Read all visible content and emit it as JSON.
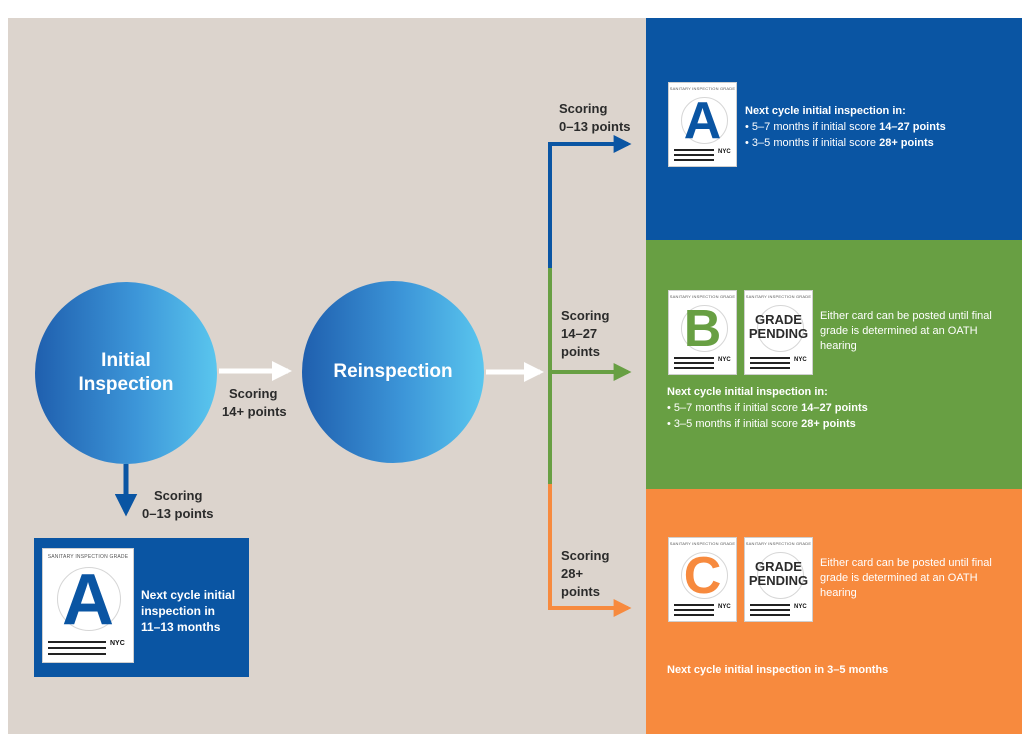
{
  "nodes": {
    "initial_line1": "Initial",
    "initial_line2": "Inspection",
    "reinspection": "Reinspection"
  },
  "edges": {
    "initial_to_reinsp": [
      "Scoring",
      "14+ points"
    ],
    "initial_to_bottom": [
      "Scoring",
      "0–13 points"
    ],
    "reinsp_to_a": [
      "Scoring",
      "0–13 points"
    ],
    "reinsp_to_b": [
      "Scoring",
      "14–27",
      "points"
    ],
    "reinsp_to_c": [
      "Scoring",
      "28+",
      "points"
    ]
  },
  "card": {
    "title": "SANITARY INSPECTION GRADE",
    "nyc": "NYC",
    "grade_a": "A",
    "grade_b": "B",
    "grade_c": "C",
    "pending_line1": "GRADE",
    "pending_line2": "PENDING"
  },
  "panel_a": {
    "heading": "Next cycle initial inspection in:",
    "bullet1_pre": "• 5–7 months if initial score ",
    "bullet1_bold": "14–27 points",
    "bullet2_pre": "• 3–5 months if initial score ",
    "bullet2_bold": "28+ points"
  },
  "panel_b": {
    "either": "Either card can be posted until final grade is determined at an OATH hearing",
    "heading": "Next cycle initial inspection in:",
    "bullet1_pre": "• 5–7 months if initial score ",
    "bullet1_bold": "14–27 points",
    "bullet2_pre": "• 3–5 months if initial score ",
    "bullet2_bold": "28+ points"
  },
  "panel_c": {
    "either": "Either card can be posted until final grade is determined at an OATH hearing",
    "heading": "Next cycle initial inspection in 3–5 months"
  },
  "panel_bottom": {
    "line1": "Next cycle initial",
    "line2": "inspection in",
    "line3": "11–13 months"
  },
  "colors": {
    "blue": "#0a55a3",
    "green": "#689f43",
    "orange": "#f78a3e",
    "background": "#dcd4cd"
  }
}
